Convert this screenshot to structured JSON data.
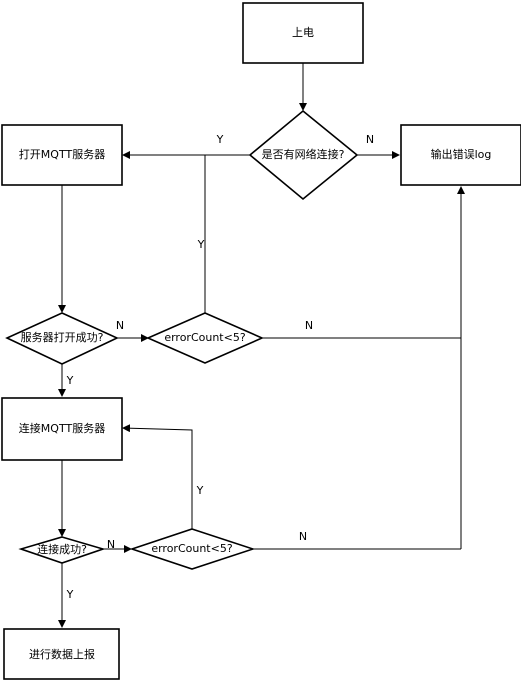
{
  "nodes": {
    "power_on": "上电",
    "network_check": "是否有网络连接?",
    "output_error_log": "输出错误log",
    "open_mqtt_server": "打开MQTT服务器",
    "server_open_success": "服务器打开成功?",
    "error_count_1": "errorCount<5?",
    "connect_mqtt_server": "连接MQTT服务器",
    "connect_success": "连接成功?",
    "error_count_2": "errorCount<5?",
    "report_data": "进行数据上报"
  },
  "edge_labels": {
    "net_yes": "Y",
    "net_no": "N",
    "retry1_yes": "Y",
    "open_no": "N",
    "retry1_no": "N",
    "open_yes": "Y",
    "retry2_yes": "Y",
    "connect_no": "N",
    "retry2_no": "N",
    "connect_yes": "Y"
  }
}
